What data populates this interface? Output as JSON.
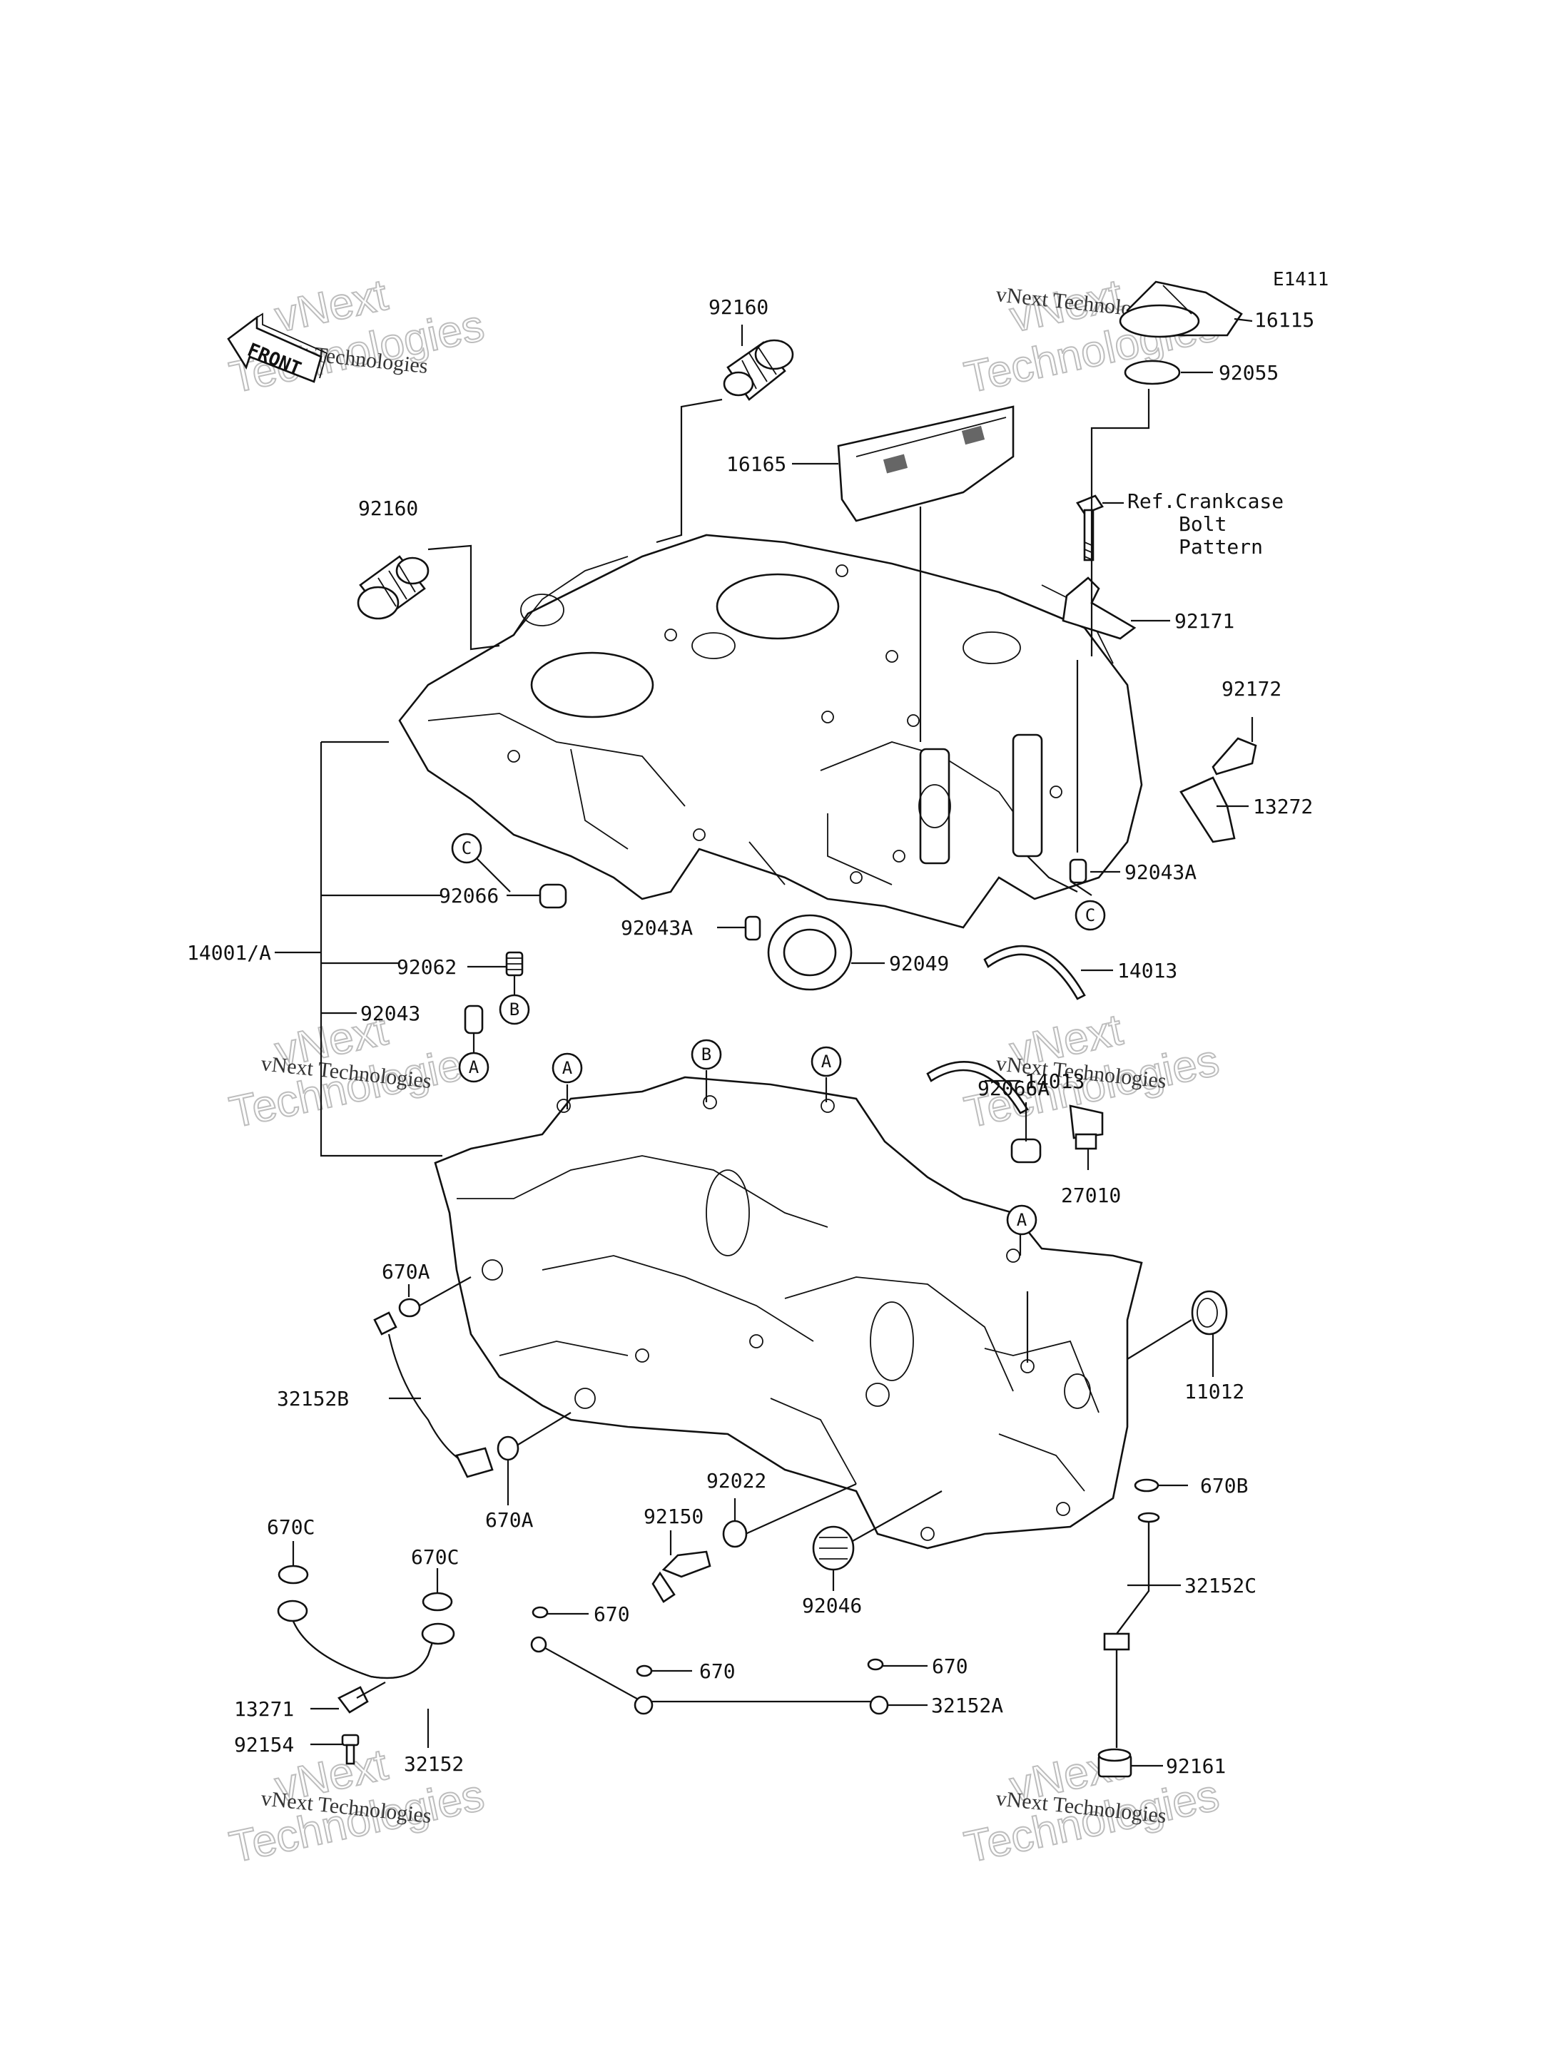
{
  "diagram_code": "E1411",
  "front_arrow_text": "FRONT",
  "watermark": {
    "brand": "vNext Technologies",
    "big_line1": "vNext",
    "big_line2": "Technologies"
  },
  "ref_note": {
    "line1": "Ref.Crankcase",
    "line2": "Bolt",
    "line3": "Pattern"
  },
  "letters": {
    "a": "A",
    "b": "B",
    "c": "C"
  },
  "labels": {
    "p92160_top": "92160",
    "p92160_left": "92160",
    "p16115": "16115",
    "p92055": "92055",
    "p16165": "16165",
    "p92171": "92171",
    "p92172": "92172",
    "p13272": "13272",
    "p92043A_r": "92043A",
    "p92066": "92066",
    "p14001A": "14001/A",
    "p92043A_m": "92043A",
    "p92049": "92049",
    "p14013_a": "14013",
    "p92062": "92062",
    "p92043": "92043",
    "p14013_b": "14013",
    "p92066A": "92066A",
    "p27010": "27010",
    "p670A_a": "670A",
    "p32152B": "32152B",
    "p670A_b": "670A",
    "p11012": "11012",
    "p92022": "92022",
    "p92150": "92150",
    "p670B": "670B",
    "p670C_a": "670C",
    "p670C_b": "670C",
    "p92046": "92046",
    "p670_a": "670",
    "p670_b": "670",
    "p670_c": "670",
    "p32152C": "32152C",
    "p13271": "13271",
    "p32152A": "32152A",
    "p92154": "92154",
    "p32152": "32152",
    "p92161": "92161"
  }
}
